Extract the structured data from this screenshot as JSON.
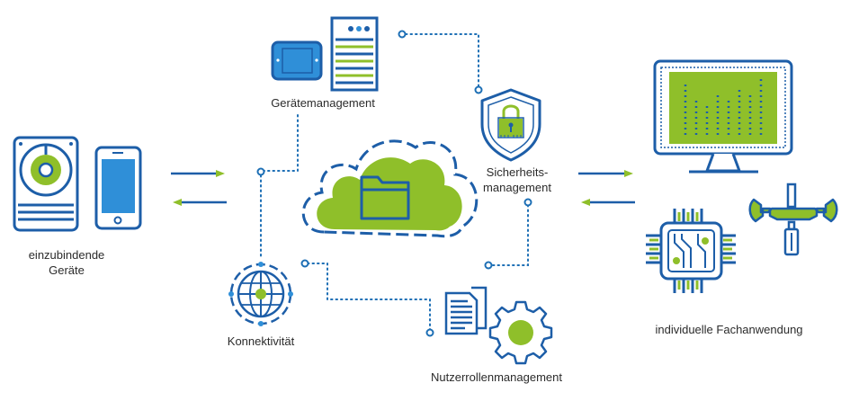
{
  "colors": {
    "blue": "#1d5ea8",
    "light_blue": "#2f8fd8",
    "green": "#8fbf2a",
    "dotted": "#1d6fb5",
    "text": "#2b2b2b"
  },
  "labels": {
    "devices_line1": "einzubindende",
    "devices_line2": "Geräte",
    "device_management": "Gerätemanagement",
    "security_line1": "Sicherheits-",
    "security_line2": "management",
    "connectivity": "Konnektivität",
    "user_roles": "Nutzerrollenmanagement",
    "application": "individuelle Fachanwendung"
  },
  "icons": [
    "hard-drive-icon",
    "smartphone-icon",
    "tablet-icon",
    "server-icon",
    "shield-lock-icon",
    "cloud-folder-icon",
    "globe-network-icon",
    "document-icon",
    "gear-icon",
    "monitor-chart-icon",
    "chip-icon",
    "wrench-screwdriver-icon"
  ]
}
